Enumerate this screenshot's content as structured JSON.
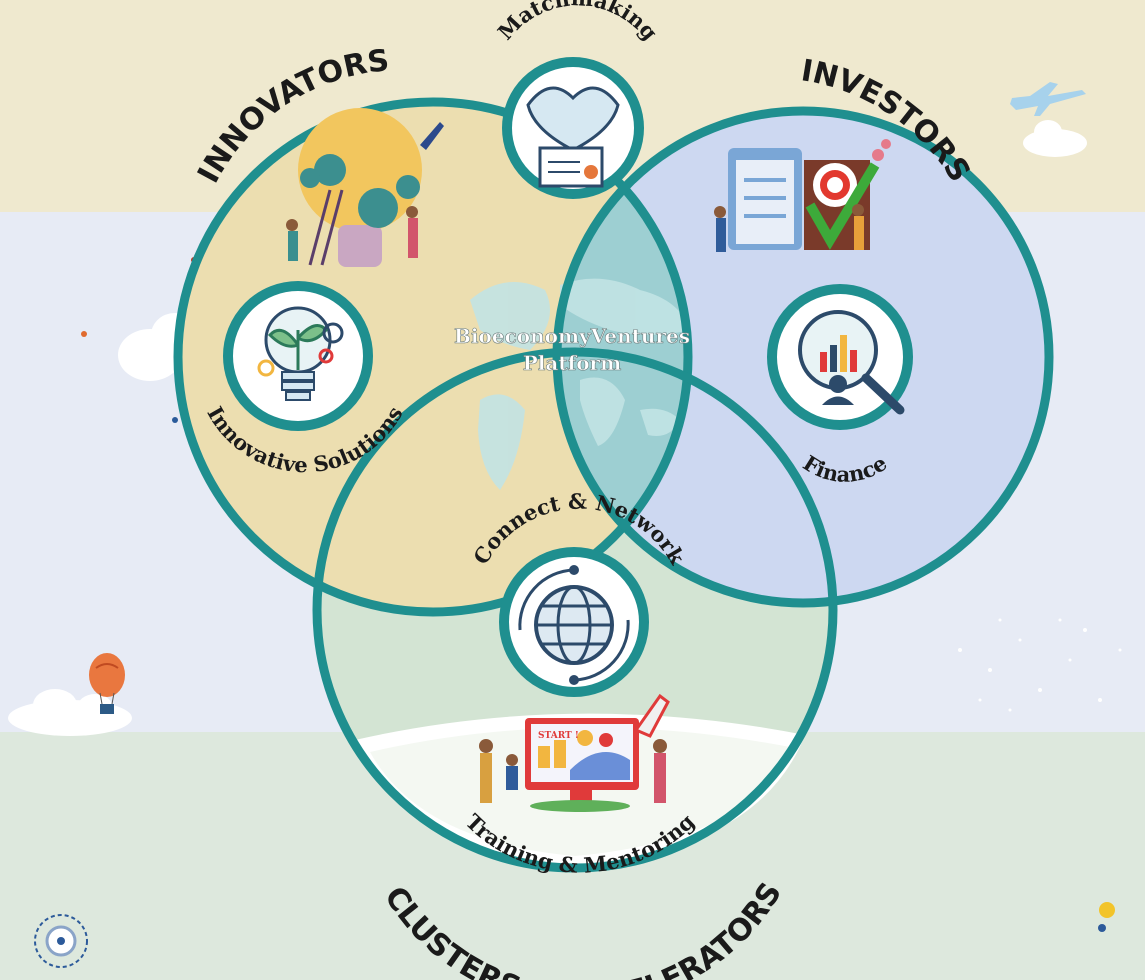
{
  "diagram": {
    "circles": {
      "innovators": "INNOVATORS",
      "investors": "INVESTORS",
      "clusters": "CLUSTERS & ACCELERATORS"
    },
    "badges": {
      "top": "Matchmaking",
      "left": "Innovative Solutions",
      "right": "Finance",
      "center": "Connect & Network",
      "bottom": "Training & Mentoring"
    },
    "center": {
      "line1": "BioeconomyVentures",
      "line2": "Platform"
    },
    "illustration_labels": {
      "start_sign": "START !"
    },
    "icons": [
      "handshake-certificate-icon",
      "lightbulb-plant-icon",
      "magnifier-chart-icon",
      "globe-network-icon",
      "world-map-icon"
    ],
    "colors": {
      "ring": "#1f8f8f",
      "innovators_fill": "#ecdeb0",
      "investors_fill": "#cdd8f1",
      "clusters_fill": "#d3e4d3",
      "center_fill": "#9dcfd2",
      "top_band": "#efe9cf",
      "middle_band": "#e7ebf5",
      "bottom_band": "#dde8dd"
    }
  }
}
